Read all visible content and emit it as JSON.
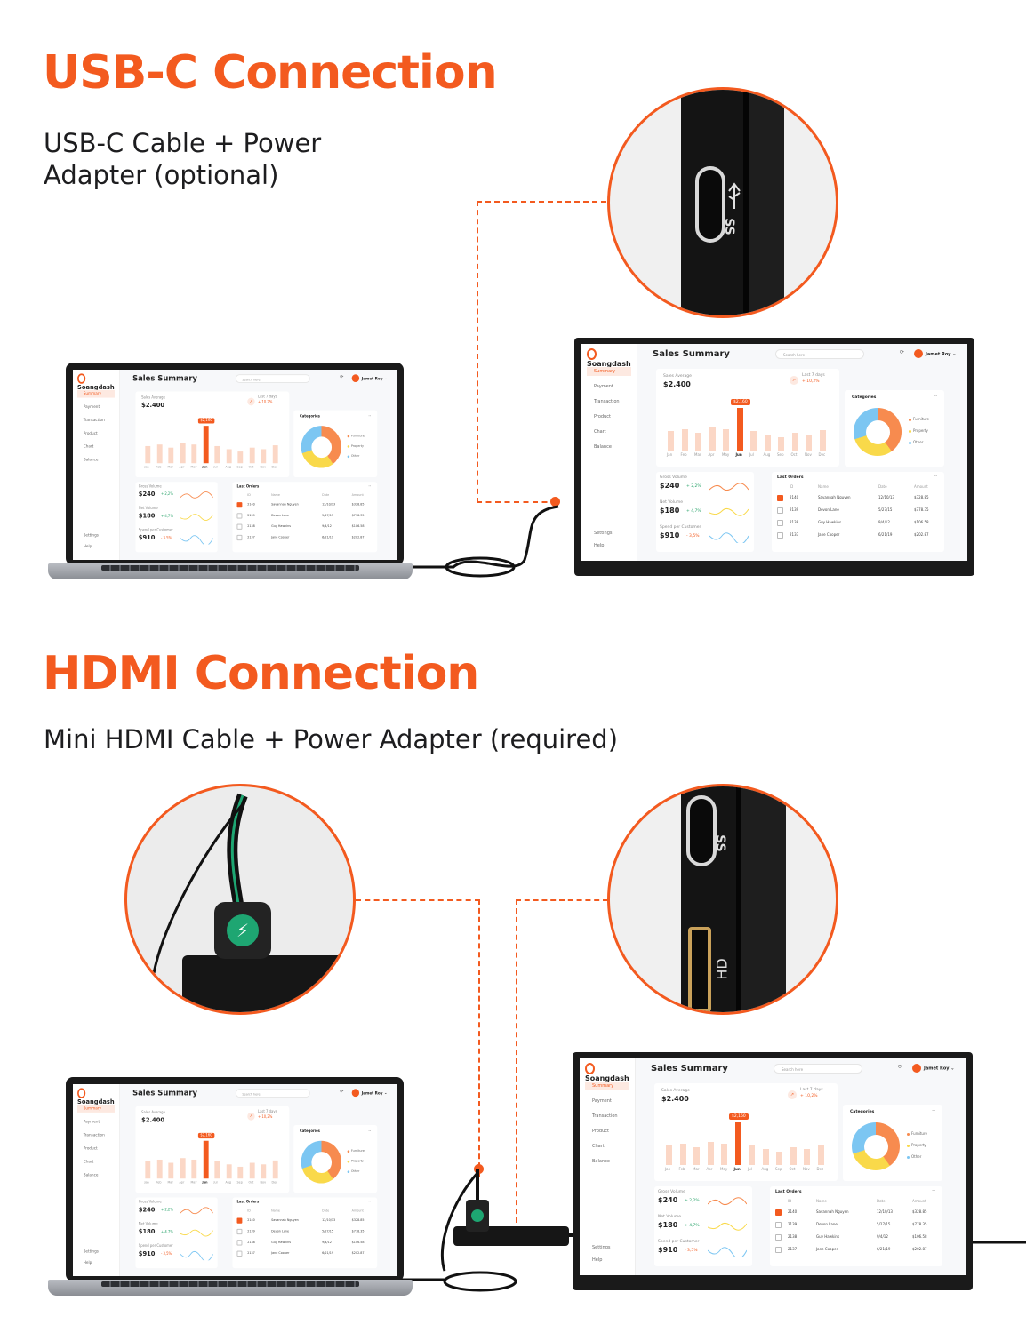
{
  "usbc": {
    "title": "USB-C Connection",
    "subtitle": "USB-C Cable + Power\nAdapter (optional)",
    "port_label": "SS"
  },
  "hdmi": {
    "title": "HDMI Connection",
    "subtitle": "Mini HDMI Cable + Power Adapter (required)",
    "port_label_usb": "SS",
    "port_label_hdmi": "HD"
  },
  "dashboard": {
    "brand": "Soangdash",
    "title": "Sales Summary",
    "search_placeholder": "Search here",
    "user": "Jamet Roy",
    "nav": [
      "Summary",
      "Payment",
      "Transaction",
      "Product",
      "Chart",
      "Balance"
    ],
    "nav_bottom": [
      "Settings",
      "Help"
    ],
    "sales_average_label": "Sales Average",
    "sales_average_value": "$2.400",
    "last7_label": "Last 7 days",
    "last7_change": "+ 10,2%",
    "peak_label": "$2,160",
    "months": [
      "Jan",
      "Feb",
      "Mar",
      "Apr",
      "May",
      "Jun",
      "Jul",
      "Aug",
      "Sep",
      "Oct",
      "Nov",
      "Dec"
    ],
    "categories_title": "Categories",
    "categories": [
      "Furniture",
      "Property",
      "Other"
    ],
    "gross_label": "Gross Volume",
    "gross_value": "$240",
    "gross_change": "+ 2,2%",
    "net_label": "Net Volume",
    "net_value": "$180",
    "net_change": "+ 4,7%",
    "spend_label": "Spend per Customer",
    "spend_value": "$910",
    "spend_change": "- 3,5%",
    "orders_title": "Last Orders",
    "orders_headers": [
      "ID",
      "Name",
      "Date",
      "Amount"
    ],
    "orders": [
      [
        "2140",
        "Savannah Nguyen",
        "12/10/13",
        "$328.85"
      ],
      [
        "2139",
        "Devon Lane",
        "5/27/15",
        "$778.35"
      ],
      [
        "2138",
        "Guy Hawkins",
        "9/4/12",
        "$106.58"
      ],
      [
        "2137",
        "Jane Cooper",
        "6/21/19",
        "$202.87"
      ]
    ]
  },
  "colors": {
    "accent": "#f35a1f",
    "donut_blue": "#7cc6f2",
    "donut_orange": "#f78b4f",
    "donut_yellow": "#f9d94a"
  }
}
